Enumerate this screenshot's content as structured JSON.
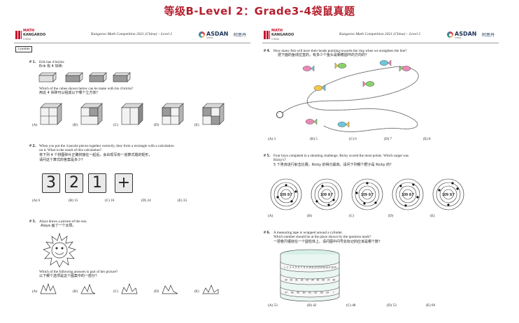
{
  "banner": {
    "title": "等级B-Level 2：Grade3-4袋鼠真题"
  },
  "header": {
    "logo_line1": "MATH",
    "logo_line2": "KANGAROO",
    "logo_line3": "CHINA",
    "title": "Kangaroo Math Competition 2021 (China) – Level 2",
    "asdan_name": "ASDAN",
    "asdan_cn": "阿思丹",
    "asdan_sub": "CHINA"
  },
  "section": {
    "points": "3 points"
  },
  "q1": {
    "num": "# 1.",
    "text_en": "Erik has 4 bricks:",
    "text_cn": "Erik 有 4 块砖:",
    "q_en": "Which of the cubes shown below can he make with his 4 bricks?",
    "q_cn": "用这 4 块砖可以组成以下哪个立方体？",
    "options": [
      "(A)",
      "(B)",
      "(C)",
      "(D)",
      "(E)"
    ]
  },
  "q2": {
    "num": "# 2.",
    "text_en1": "When you put the 4 puzzle pieces together correctly, they form a rectangle with a calculation",
    "text_en2": "on it. What is the result of this calculation?",
    "text_cn1": "将下列 4 个拼图碎片正确拼接在一起后，会出现写有一道算式题的矩形，",
    "text_cn2": "请问这个算式的答案是多少？",
    "pieces": [
      "3",
      "2",
      "1",
      "+"
    ],
    "options": [
      "(A) 6",
      "(B) 15",
      "(C) 16",
      "(D) 24",
      "(E) 33"
    ]
  },
  "q3": {
    "num": "# 3.",
    "text_en": "Alaya draws a picture of the sun.",
    "text_cn": "Alaya 画了一个太阳。",
    "q_en": "Which of the following answers is part of her picture?",
    "q_cn": "以下哪个选项是这个图案中的一部分？",
    "options": [
      "(A)",
      "(B)",
      "(C)",
      "(D)",
      "(E)"
    ]
  },
  "q4": {
    "num": "# 4.",
    "text_en": "How many fish will have their heads pointing towards the ring when we straighten the line?",
    "text_cn": "把下面的鱼线拉直的，有多少个鱼头是朝着圆环的方向的？",
    "options": [
      "(A) 3",
      "(B) 5",
      "(C) 6",
      "(D) 7",
      "(E) 8"
    ]
  },
  "q5": {
    "num": "# 5.",
    "text_en1": "Four boys competed in a shooting challenge. Ricky scored the most points. Which target was",
    "text_en2": "Ricky's?",
    "text_cn": "5 个男孩进行射击比赛，Ricky 的得分最高。请问下列哪个靶子是 Ricky 的？",
    "target_labels": [
      "10",
      "9",
      "8",
      "7"
    ],
    "options": [
      "(A)",
      "(B)",
      "(C)",
      "(D)",
      "(E)"
    ]
  },
  "q6": {
    "num": "# 6.",
    "text_en1": "A measuring tape is wrapped around a cylinder.",
    "text_en2": "Which number should be at the place shown by the question mark?",
    "text_cn": "一把卷尺缠绕在一个圆柱体上。请问图中问号处标记的应该是哪个数？",
    "tape_top": [
      "1",
      "2",
      "3",
      "4",
      "5",
      "6",
      "7",
      "8",
      "9",
      "10",
      "11",
      "12",
      "13",
      "14",
      "15",
      "16",
      "17",
      "18",
      "19"
    ],
    "tape_mid": [
      "29",
      "30",
      "31",
      "32",
      "33",
      "34",
      "35",
      "36",
      "37",
      "38"
    ],
    "tape_bot": [
      "57",
      "58",
      "59",
      "60",
      "61",
      "62",
      "63",
      "64",
      "?"
    ],
    "options": [
      "(A) 53",
      "(B) 42",
      "(C) 48",
      "(D) 53",
      "(E) 69"
    ]
  }
}
